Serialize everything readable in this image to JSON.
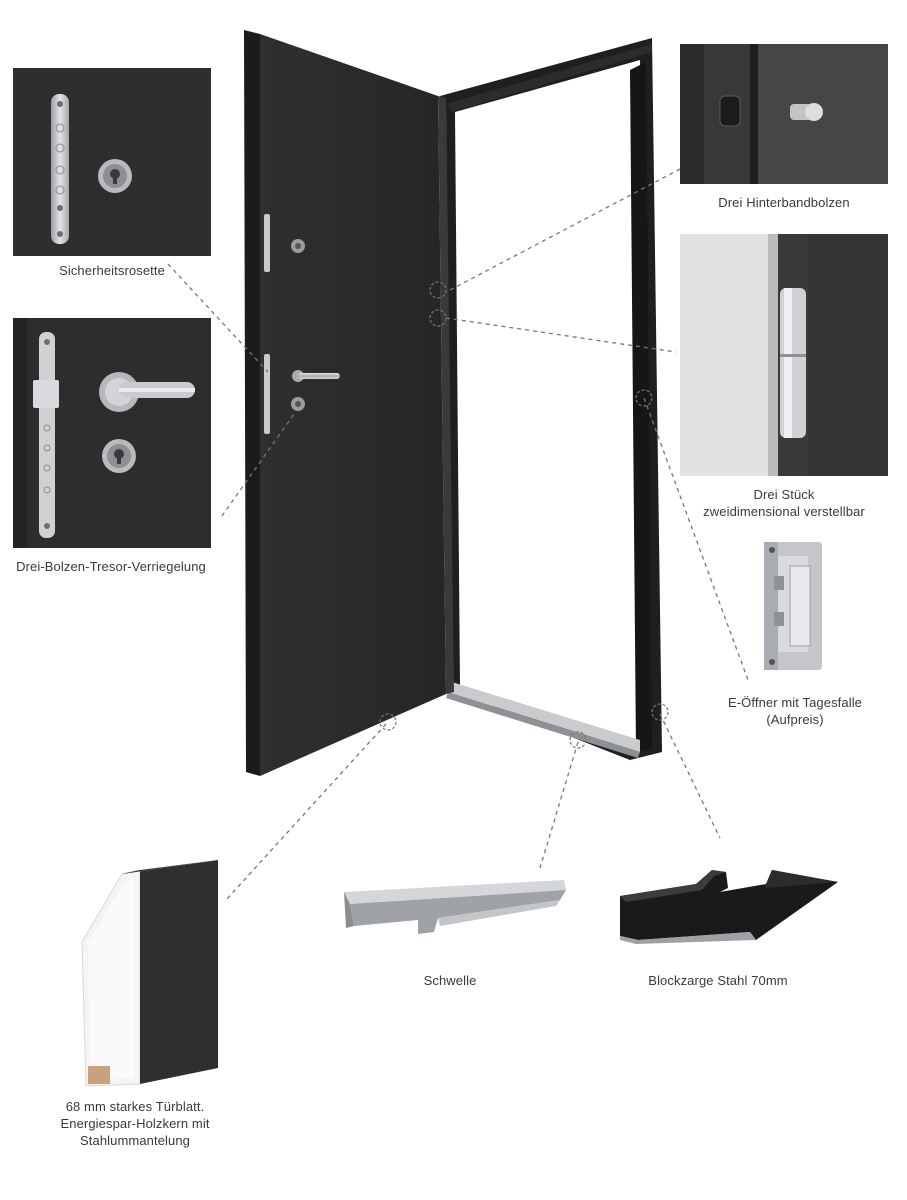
{
  "labels": {
    "sicherheitsrosette": "Sicherheitsrosette",
    "tresor_verriegelung": "Drei-Bolzen-Tresor-Verriegelung",
    "hinterbandbolzen": "Drei Hinterbandbolzen",
    "baender_line1": "Drei Stück",
    "baender_line2": "zweidimensional verstellbar",
    "e_oeffner_line1": "E-Öffner mit Tagesfalle",
    "e_oeffner_line2": "(Aufpreis)",
    "schwelle": "Schwelle",
    "blockzarge": "Blockzarge Stahl 70mm",
    "tuerblatt_line1": "68 mm starkes Türblatt.",
    "tuerblatt_line2": "Energiespar-Holzkern mit",
    "tuerblatt_line3": "Stahlummantelung"
  },
  "colors": {
    "door": "#2b2b2b",
    "door_edge": "#1c1c1c",
    "frame": "#232323",
    "steel": "#b9bcc0",
    "caption": "#3a3a3a",
    "callout_line": "#777777"
  },
  "icons": [
    "door-illustration",
    "lock-plate-icon",
    "cylinder-rosette-icon",
    "lever-handle-icon",
    "hinge-bolt-icon",
    "hinge-icon",
    "strike-plate-icon",
    "threshold-profile-icon",
    "frame-profile-icon",
    "door-section-icon"
  ]
}
